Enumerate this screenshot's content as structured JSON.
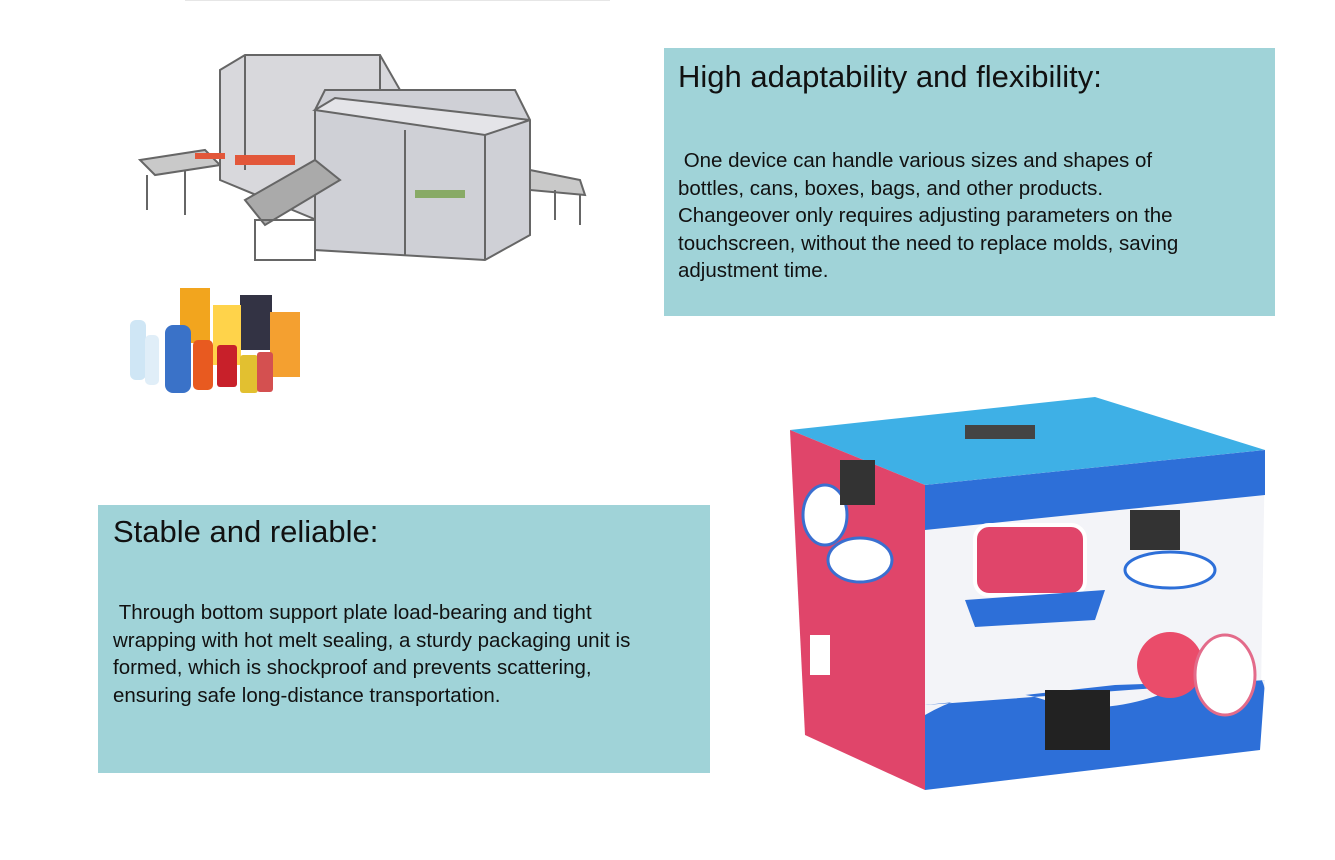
{
  "features": [
    {
      "title": "High adaptability and flexibility:",
      "body": " One device can handle various sizes and shapes of\nbottles, cans, boxes, bags, and other products.\nChangeover only requires adjusting parameters on the\ntouchscreen, without the need to replace molds, saving\nadjustment time."
    },
    {
      "title": "Stable and reliable:",
      "body": " Through bottom support plate load-bearing and tight\nwrapping with hot melt sealing, a sturdy packaging unit is\nformed, which is shockproof and prevents scattering,\nensuring safe long-distance transportation."
    }
  ],
  "colors": {
    "card_bg": "#a0d3d8",
    "box_pink": "#e0456a",
    "box_blue": "#3aa6e0"
  }
}
